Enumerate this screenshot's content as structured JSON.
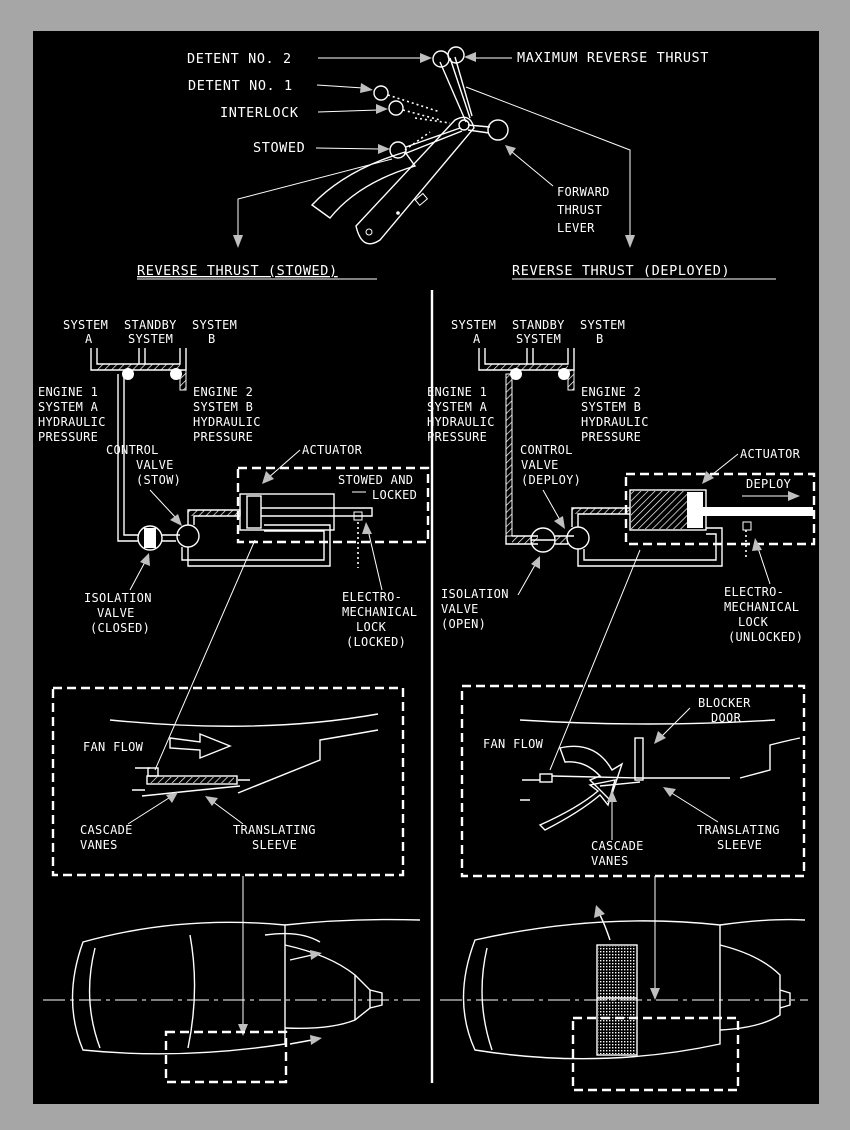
{
  "lever": {
    "detent2": "DETENT NO. 2",
    "detent1": "DETENT NO. 1",
    "interlock": "INTERLOCK",
    "stowed": "STOWED",
    "max_reverse": "MAXIMUM REVERSE THRUST",
    "forward_lever": [
      "FORWARD",
      "THRUST",
      "LEVER"
    ]
  },
  "left": {
    "heading": "REVERSE THRUST (STOWED)",
    "sys_a": [
      "SYSTEM",
      "A"
    ],
    "standby": [
      "STANDBY",
      "SYSTEM"
    ],
    "sys_b": [
      "SYSTEM",
      "B"
    ],
    "engine1": [
      "ENGINE 1",
      "SYSTEM A",
      "HYDRAULIC",
      "PRESSURE"
    ],
    "engine2": [
      "ENGINE 2",
      "SYSTEM B",
      "HYDRAULIC",
      "PRESSURE"
    ],
    "control_valve": [
      "CONTROL",
      "VALVE",
      "(STOW)"
    ],
    "actuator": "ACTUATOR",
    "stowed_locked": [
      "STOWED AND",
      "LOCKED"
    ],
    "isolation": [
      "ISOLATION",
      "VALVE",
      "(CLOSED)"
    ],
    "lock": [
      "ELECTRO-",
      "MECHANICAL",
      "LOCK",
      "(LOCKED)"
    ],
    "fan_flow": "FAN FLOW",
    "cascade": [
      "CASCADE",
      "VANES"
    ],
    "sleeve": [
      "TRANSLATING",
      "SLEEVE"
    ]
  },
  "right": {
    "heading": "REVERSE THRUST (DEPLOYED)",
    "sys_a": [
      "SYSTEM",
      "A"
    ],
    "standby": [
      "STANDBY",
      "SYSTEM"
    ],
    "sys_b": [
      "SYSTEM",
      "B"
    ],
    "engine1": [
      "ENGINE 1",
      "SYSTEM A",
      "HYDRAULIC",
      "PRESSURE"
    ],
    "engine2": [
      "ENGINE 2",
      "SYSTEM B",
      "HYDRAULIC",
      "PRESSURE"
    ],
    "control_valve": [
      "CONTROL",
      "VALVE",
      "(DEPLOY)"
    ],
    "actuator": "ACTUATOR",
    "deploy": "DEPLOY",
    "isolation": [
      "ISOLATION",
      "VALVE",
      "(OPEN)"
    ],
    "lock": [
      "ELECTRO-",
      "MECHANICAL",
      "LOCK",
      "(UNLOCKED)"
    ],
    "fan_flow": "FAN FLOW",
    "blocker": [
      "BLOCKER",
      "DOOR"
    ],
    "cascade": [
      "CASCADE",
      "VANES"
    ],
    "sleeve": [
      "TRANSLATING",
      "SLEEVE"
    ]
  },
  "colors": {
    "background": "#000000",
    "frame": "#a6a6a6",
    "line": "#ffffff",
    "arrow": "#bfbfbf"
  }
}
